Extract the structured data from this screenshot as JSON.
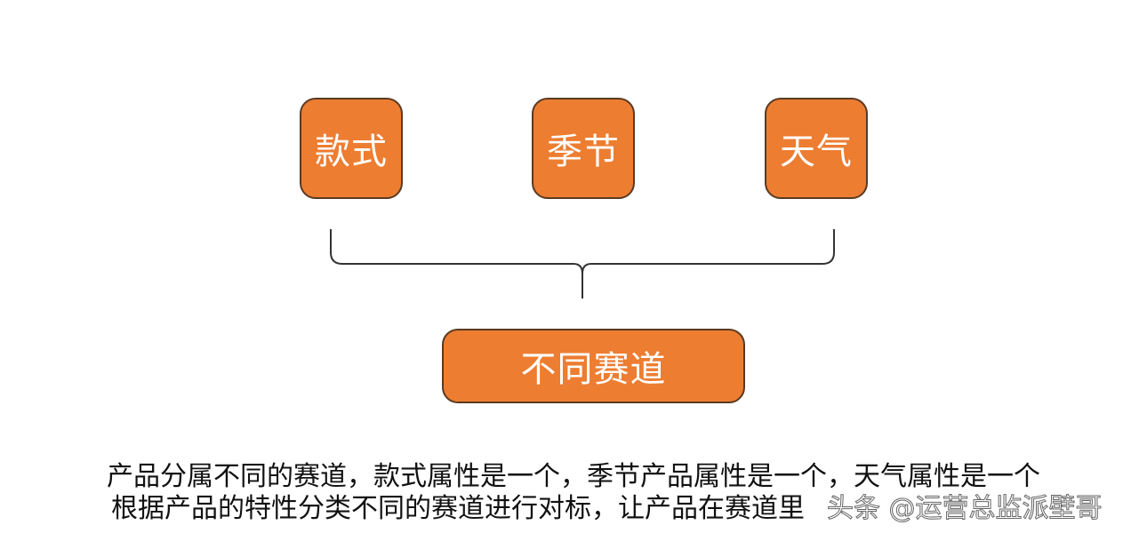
{
  "diagram": {
    "boxes": {
      "style": "款式",
      "season": "季节",
      "weather": "天气",
      "tracks": "不同赛道"
    },
    "colors": {
      "box_fill": "#ED7D31",
      "box_border": "#5a3a22",
      "brace": "#333333"
    }
  },
  "caption": {
    "line1": "产品分属不同的赛道，款式属性是一个，季节产品属性是一个，天气属性是一个",
    "line2": "根据产品的特性分类不同的赛道进行对标，让产品在赛道里"
  },
  "watermark": "头条 @运营总监派壁哥"
}
